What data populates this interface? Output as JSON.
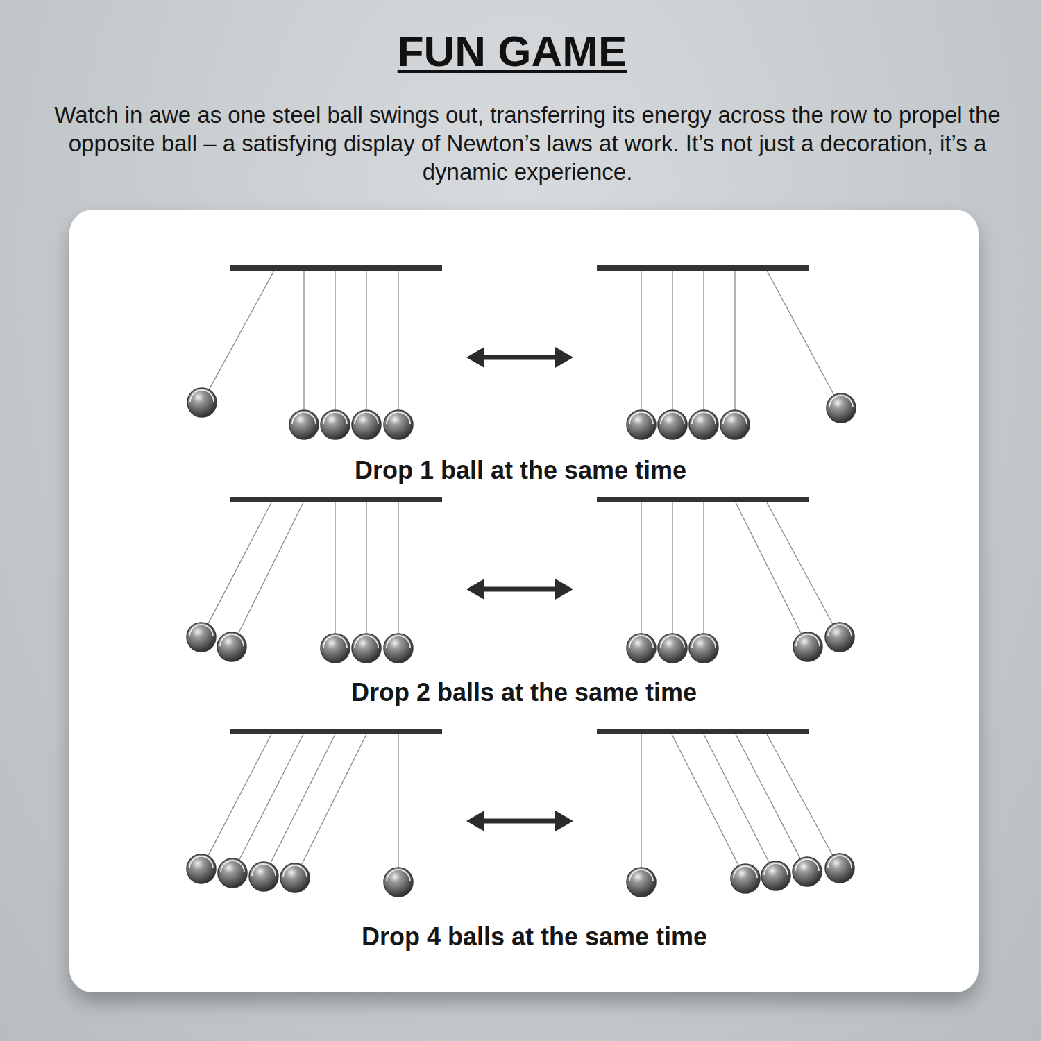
{
  "diagram": {
    "title": "FUN GAME",
    "labels": [
      "Watch in awe as one steel ball swings out, transferring its energy across the row to propel the opposite ball – a satisfying display of Newton’s laws at work. It’s not just a decoration, it’s a dynamic experience.",
      "Drop 1 ball at the same time",
      "Drop 2 balls at the same time",
      "Drop 4 balls at the same time"
    ]
  }
}
